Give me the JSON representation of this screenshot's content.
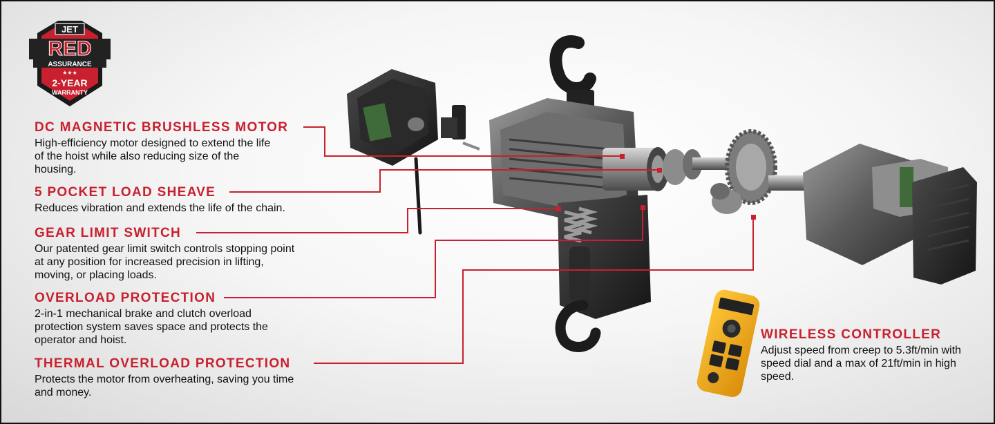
{
  "badge": {
    "brand": "JET",
    "line1": "RED",
    "line2": "ASSURANCE",
    "stars": "★★★",
    "warranty_line1": "2-YEAR",
    "warranty_line2": "WARRANTY"
  },
  "features": [
    {
      "title": "DC MAGNETIC BRUSHLESS MOTOR",
      "description": "High-efficiency motor designed to extend the life of the hoist while also reducing size of the housing."
    },
    {
      "title": "5 POCKET LOAD SHEAVE",
      "description": "Reduces vibration and extends the life of the chain."
    },
    {
      "title": "GEAR LIMIT SWITCH",
      "description": "Our patented gear limit switch controls stopping point at any position for increased precision in lifting, moving, or placing loads."
    },
    {
      "title": "OVERLOAD PROTECTION",
      "description": "2-in-1 mechanical brake and clutch overload protection system saves space and protects the operator and hoist."
    },
    {
      "title": "THERMAL OVERLOAD PROTECTION",
      "description": "Protects the motor from overheating, saving you time and money."
    }
  ],
  "wireless": {
    "title": "WIRELESS CONTROLLER",
    "description": "Adjust speed from creep to 5.3ft/min with speed dial and a max of 21ft/min in high speed."
  },
  "colors": {
    "accent_red": "#c8202e",
    "text": "#111111",
    "controller_yellow": "#f5b21c"
  }
}
